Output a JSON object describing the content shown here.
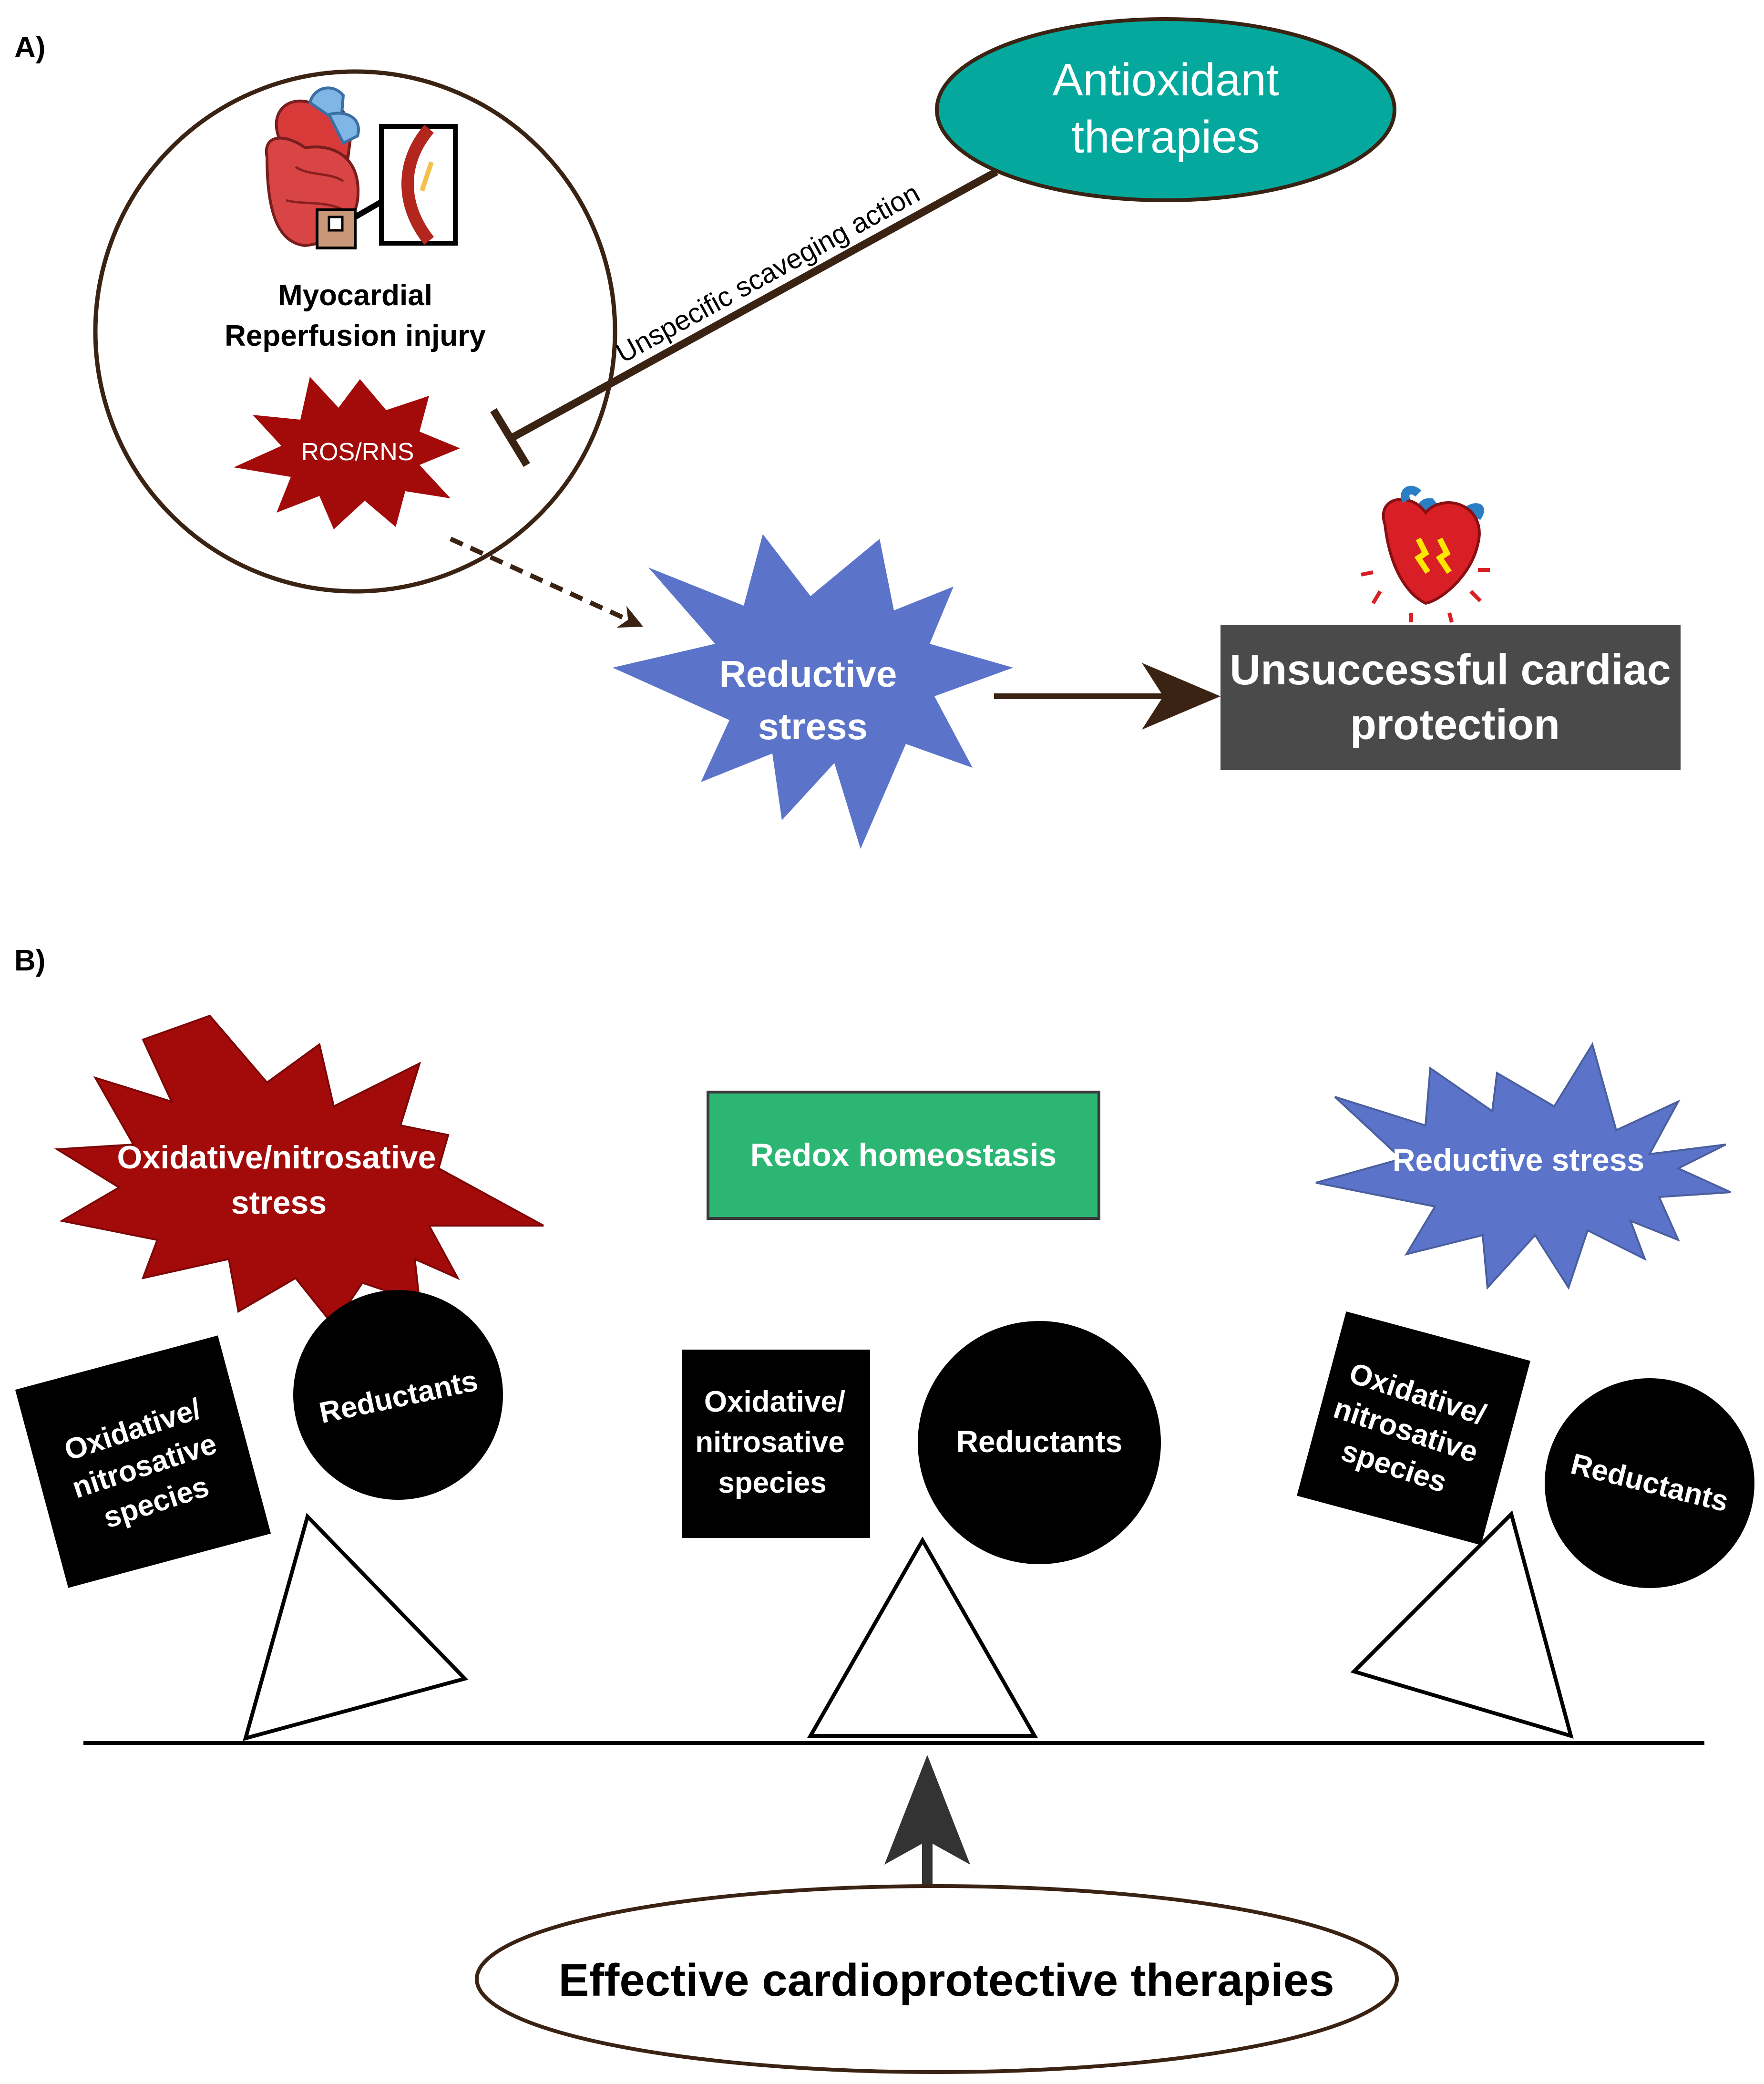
{
  "panel_a": {
    "label": "A)",
    "injury_caption_line1": "Myocardial",
    "injury_caption_line2": "Reperfusion injury",
    "ros_label": "ROS/RNS",
    "antioxidant_line1": "Antioxidant",
    "antioxidant_line2": "therapies",
    "inhibition_label": "Unspecific scaveging action",
    "reductive_line1": "Reductive",
    "reductive_line2": "stress",
    "outcome_line1": "Unsuccessful cardiac",
    "outcome_line2": "protection"
  },
  "panel_b": {
    "label": "B)",
    "left_stress_line1": "Oxidative/nitrosative",
    "left_stress_line2": "stress",
    "center_title": "Redox homeostasis",
    "right_stress": "Reductive stress",
    "species_line1": "Oxidative/",
    "species_line2": "nitrosative",
    "species_line3": "species",
    "reductants": "Reductants",
    "therapy": "Effective cardioprotective therapies"
  },
  "colors": {
    "brown": "#3b2314",
    "teal": "#05a89d",
    "dark_red": "#a30b0b",
    "blue_star": "#5b74c9",
    "dark_box": "#4a4a4a",
    "green_box": "#2bb673",
    "black": "#000000"
  }
}
